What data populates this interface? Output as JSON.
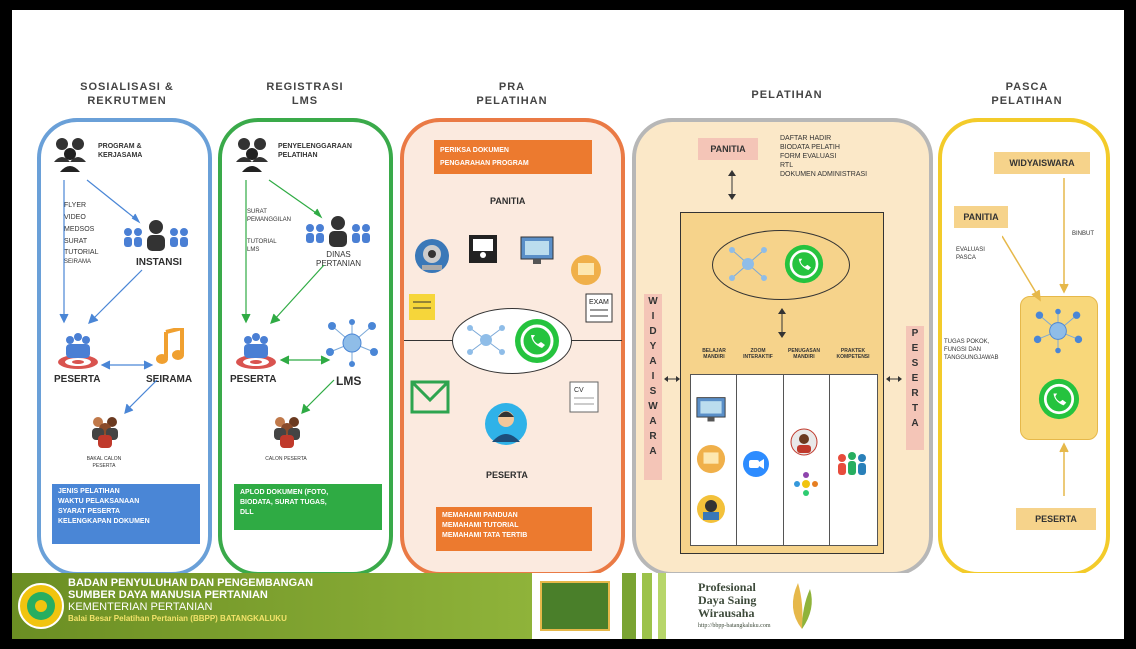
{
  "columns": {
    "c1": {
      "title_line1": "SOSIALISASI &",
      "title_line2": "REKRUTMEN"
    },
    "c2": {
      "title_line1": "REGISTRASI",
      "title_line2": "LMS"
    },
    "c3": {
      "title_line1": "PRA",
      "title_line2": "PELATIHAN"
    },
    "c4": {
      "title_line1": "PELATIHAN"
    },
    "c5": {
      "title_line1": "PASCA",
      "title_line2": "PELATIHAN"
    }
  },
  "col1": {
    "program": "PROGRAM &",
    "program2": "KERJASAMA",
    "channels": [
      "FLYER",
      "VIDEO",
      "MEDSOS",
      "SURAT",
      "TUTORIAL",
      "SEIRAMA"
    ],
    "instansi": "INSTANSI",
    "peserta": "PESERTA",
    "seirama": "SEIRAMA",
    "calon": "BAKAL CALON",
    "calon2": "PESERTA",
    "box": [
      "JENIS PELATIHAN",
      "WAKTU PELAKSANAAN",
      "SYARAT PESERTA",
      "KELENGKAPAN DOKUMEN"
    ]
  },
  "col2": {
    "penyelenggara": "PENYELENGGARAAN",
    "penyelenggara2": "PELATIHAN",
    "surat": "SURAT",
    "surat2": "PEMANGGILAN",
    "tutorial": "TUTORIAL",
    "tutorial2": "LMS",
    "dinas": "DINAS",
    "dinas2": "PERTANIAN",
    "peserta": "PESERTA",
    "lms": "LMS",
    "calon": "CALON PESERTA",
    "box": [
      "APLOD DOKUMEN (FOTO,",
      "BIODATA, SURAT TUGAS,",
      "DLL"
    ]
  },
  "col3": {
    "topbox": [
      "PERIKSA DOKUMEN",
      "PENGARAHAN PROGRAM"
    ],
    "panitia": "PANITIA",
    "peserta": "PESERTA",
    "bottombox": [
      "MEMAHAMI PANDUAN",
      "MEMAHAMI TUTORIAL",
      "MEMAHAMI TATA TERTIB"
    ]
  },
  "col4": {
    "panitia": "PANITIA",
    "list": [
      "DAFTAR HADIR",
      "BIODATA PELATIH",
      "FORM EVALUASI",
      "RTL",
      "DOKUMEN ADMINISTRASI"
    ],
    "widyaiswara": [
      "W",
      "I",
      "D",
      "Y",
      "A",
      "I",
      "S",
      "W",
      "A",
      "R",
      "A"
    ],
    "peserta": [
      "P",
      "E",
      "S",
      "E",
      "R",
      "T",
      "A"
    ],
    "activities": [
      "BELAJAR MANDIRI",
      "ZOOM INTERAKTIF",
      "PENUGASAN MANDIRI",
      "PRAKTEK KOMPETENSI"
    ]
  },
  "col5": {
    "widyaiswara": "WIDYAISWARA",
    "panitia": "PANITIA",
    "evaluasi": "EVALUASI",
    "evaluasi2": "PASCA",
    "binbut": "BINBUT",
    "tugas": "TUGAS POKOK,",
    "tugas2": "FUNGSI DAN",
    "tugas3": "TANGGUNGJAWAB",
    "peserta": "PESERTA"
  },
  "footer": {
    "line1": "BADAN PENYULUHAN DAN PENGEMBANGAN",
    "line2": "SUMBER DAYA MANUSIA PERTANIAN",
    "line3": "KEMENTERIAN PERTANIAN",
    "line4": "Balai Besar Pelatihan Pertanian (BBPP) BATANGKALUKU",
    "slogan1": "Profesional",
    "slogan2": "Daya Saing",
    "slogan3": "Wirausaha",
    "url": "http://bbpp-batangkaluku.com"
  },
  "colors": {
    "blue": "#6aa0d8",
    "green": "#3aaa4a",
    "orange": "#ea7a45",
    "grey": "#b7b7b7",
    "yellow": "#f3cb2a"
  },
  "icons": [
    "people-group-icon",
    "whatsapp-icon",
    "email-icon",
    "zoom-icon",
    "network-icon",
    "target-icon",
    "music-note-icon"
  ]
}
